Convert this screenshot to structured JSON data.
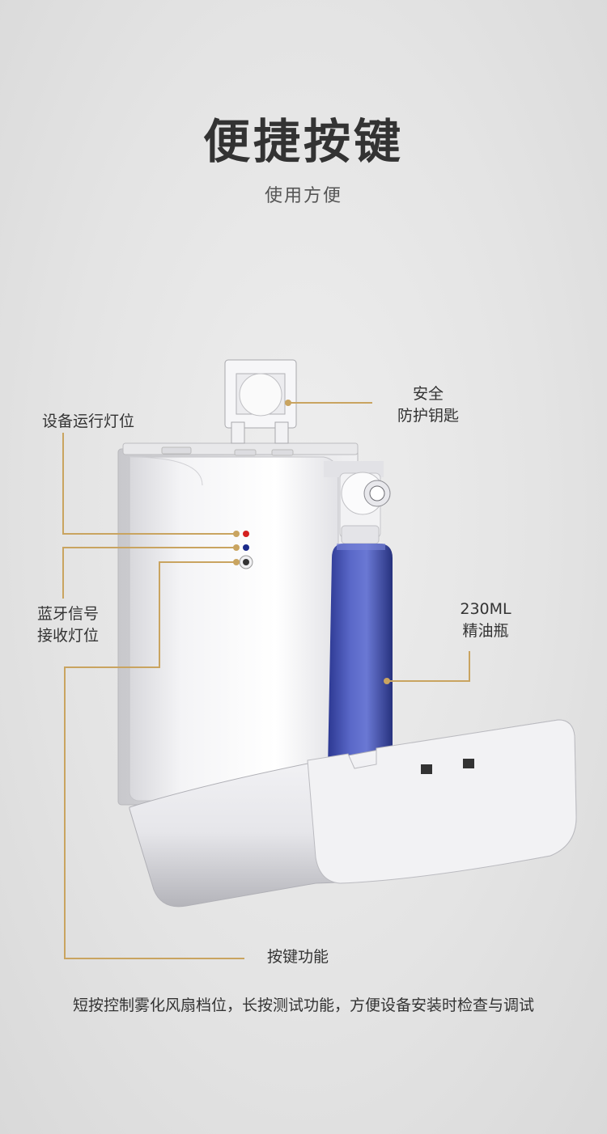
{
  "header": {
    "title": "便捷按键",
    "subtitle": "使用方便"
  },
  "callouts": {
    "safety_key": [
      "安全",
      "防护钥匙"
    ],
    "run_light": "设备运行灯位",
    "bluetooth_light": [
      "蓝牙信号",
      "接收灯位"
    ],
    "oil_bottle": [
      "230ML",
      "精油瓶"
    ],
    "function_button": "按键功能"
  },
  "footer": {
    "description": "短按控制雾化风扇档位，长按测试功能，方便设备安装时检查与调试"
  },
  "colors": {
    "background": "#e6e6e6",
    "accent_line": "#c9a460",
    "bottle": "#3d4aa8",
    "led_red": "#d42020",
    "led_blue": "#1a2a8a"
  }
}
